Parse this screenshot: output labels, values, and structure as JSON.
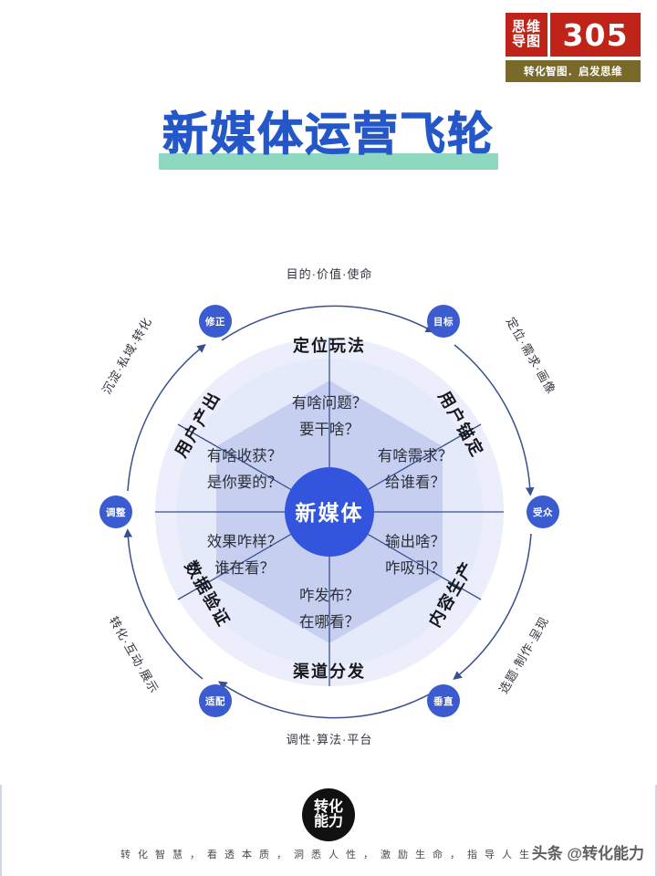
{
  "badge": {
    "tag_line1": "思维",
    "tag_line2": "导图",
    "number": "305",
    "subtitle": "转化智图．启发思维"
  },
  "title": {
    "text": "新媒体运营飞轮"
  },
  "colors": {
    "title_blue": "#2457c8",
    "title_band_green": "#8ed8c2",
    "badge_red": "#c02418",
    "badge_olive": "#7a6a2a",
    "node_blue": "#3b5bd0",
    "center_blue": "#3355dd",
    "ring_light": "#f2f5fc",
    "disc_light": "#e8edfa",
    "hex_fill": "#c5cff0",
    "line_blue": "#3a4f8f"
  },
  "diagram": {
    "center_label": "新媒体",
    "nodes": [
      {
        "id": "node-target",
        "label": "目标"
      },
      {
        "id": "node-audience",
        "label": "受众"
      },
      {
        "id": "node-vertical",
        "label": "垂直"
      },
      {
        "id": "node-adapt",
        "label": "适配"
      },
      {
        "id": "node-adjust",
        "label": "调整"
      },
      {
        "id": "node-fix",
        "label": "修正"
      }
    ],
    "sectors": [
      {
        "id": "sector-positioning",
        "label": "定位玩法",
        "questions": [
          "有啥问题？",
          "要干啥？"
        ]
      },
      {
        "id": "sector-user-anchor",
        "label": "用户锚定",
        "questions": [
          "有啥需求？",
          "给谁看？"
        ]
      },
      {
        "id": "sector-content",
        "label": "内容生产",
        "questions": [
          "输出啥？",
          "咋吸引？"
        ]
      },
      {
        "id": "sector-channel",
        "label": "渠道分发",
        "questions": [
          "咋发布？",
          "在哪看？"
        ]
      },
      {
        "id": "sector-data",
        "label": "数据验证",
        "questions": [
          "效果咋样？",
          "谁在看？"
        ]
      },
      {
        "id": "sector-user-output",
        "label": "用户产出",
        "questions": [
          "有啥收获？",
          "是你要的？"
        ]
      }
    ],
    "arc_labels": [
      {
        "id": "arc-purpose",
        "text": "目的·价值·使命"
      },
      {
        "id": "arc-positioning",
        "text": "定位·需求·画像"
      },
      {
        "id": "arc-topic",
        "text": "选题·制作·呈现"
      },
      {
        "id": "arc-platform",
        "text": "调性·算法·平台"
      },
      {
        "id": "arc-conversion",
        "text": "转化·互动·展示"
      },
      {
        "id": "arc-private",
        "text": "沉淀·私域·转化"
      }
    ]
  },
  "footer": {
    "logo_line1": "转化",
    "logo_line2": "能力",
    "tagline": "转化智慧，看透本质，洞悉人性，激励生命，指导人生",
    "watermark": "头条 @转化能力"
  }
}
